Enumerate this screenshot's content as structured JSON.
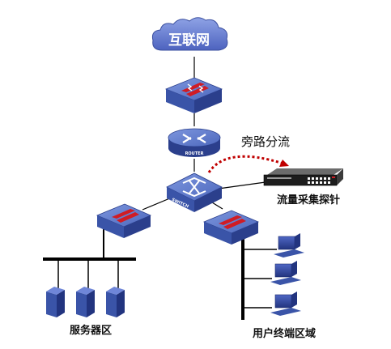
{
  "nodes": {
    "internet": {
      "label": "互联网"
    },
    "router": {
      "label": "ROUTER"
    },
    "switch": {
      "label": "SWITCH"
    },
    "probe": {
      "label": "流量采集探针"
    },
    "server_zone": {
      "label": "服务器区"
    },
    "user_zone": {
      "label": "用户终端区域"
    }
  },
  "annotations": {
    "mirror": "旁路分流"
  },
  "colors": {
    "device_top": "#5b78c8",
    "device_side": "#2b3f8c",
    "cloud": "#6a80d6",
    "line": "#000000",
    "mirror_arrow": "#c00000",
    "firewall_stripe": "#d01c24"
  }
}
